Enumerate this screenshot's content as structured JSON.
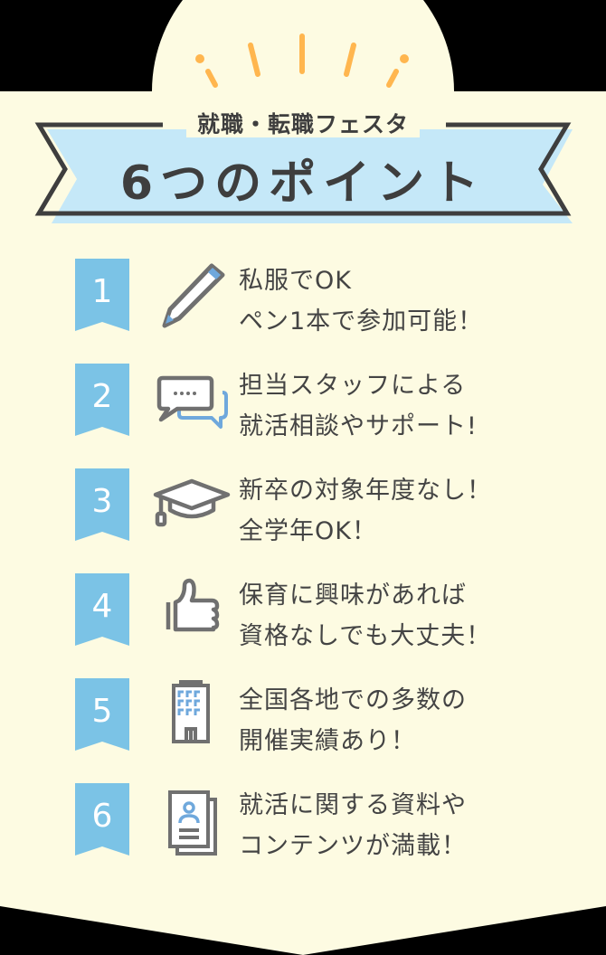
{
  "colors": {
    "background": "#fdfbe2",
    "ribbon_fill": "#c5e8f8",
    "ribbon_outline": "#3e3e3e",
    "badge": "#7bc3e6",
    "sunburst": "#ffb64f",
    "icon_stroke": "#707070",
    "icon_accent": "#6fa8dc",
    "text": "#444444"
  },
  "header": {
    "subtitle": "就職・転職フェスタ",
    "title": "6つのポイント"
  },
  "points": [
    {
      "number": "1",
      "icon": "pencil-icon",
      "lines": [
        "私服でOK",
        "ペン1本で参加可能！"
      ]
    },
    {
      "number": "2",
      "icon": "chat-bubbles-icon",
      "lines": [
        "担当スタッフによる",
        "就活相談やサポート!"
      ]
    },
    {
      "number": "3",
      "icon": "graduation-cap-icon",
      "lines": [
        "新卒の対象年度なし！",
        "全学年OK！"
      ]
    },
    {
      "number": "4",
      "icon": "thumbs-up-icon",
      "lines": [
        "保育に興味があれば",
        "資格なしでも大丈夫！"
      ]
    },
    {
      "number": "5",
      "icon": "building-icon",
      "lines": [
        "全国各地での多数の",
        "開催実績あり！"
      ]
    },
    {
      "number": "6",
      "icon": "documents-profile-icon",
      "lines": [
        "就活に関する資料や",
        "コンテンツが満載！"
      ]
    }
  ]
}
